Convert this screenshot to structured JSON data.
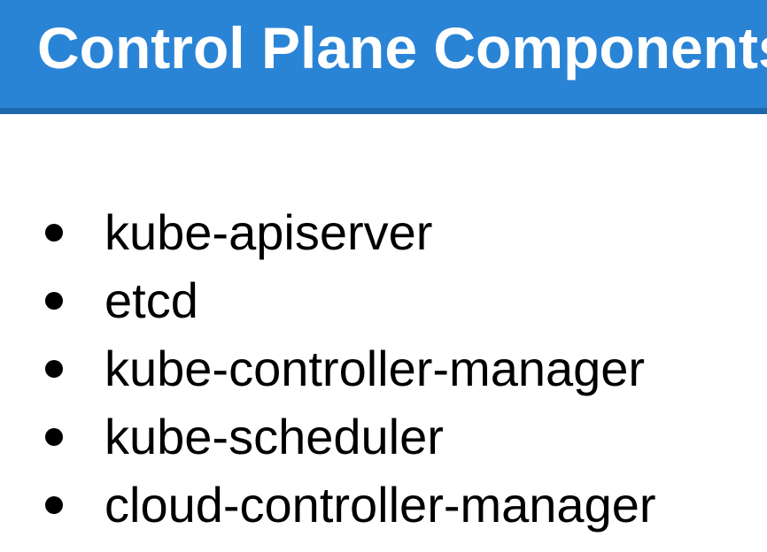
{
  "slide": {
    "title": "Control Plane Components",
    "bullets": [
      "kube-apiserver",
      "etcd",
      "kube-controller-manager",
      "kube-scheduler",
      "cloud-controller-manager"
    ]
  },
  "colors": {
    "title_bar": "#2a84d6",
    "title_rule": "#1d67ad",
    "title_text": "#ffffff",
    "body_text": "#000000"
  }
}
